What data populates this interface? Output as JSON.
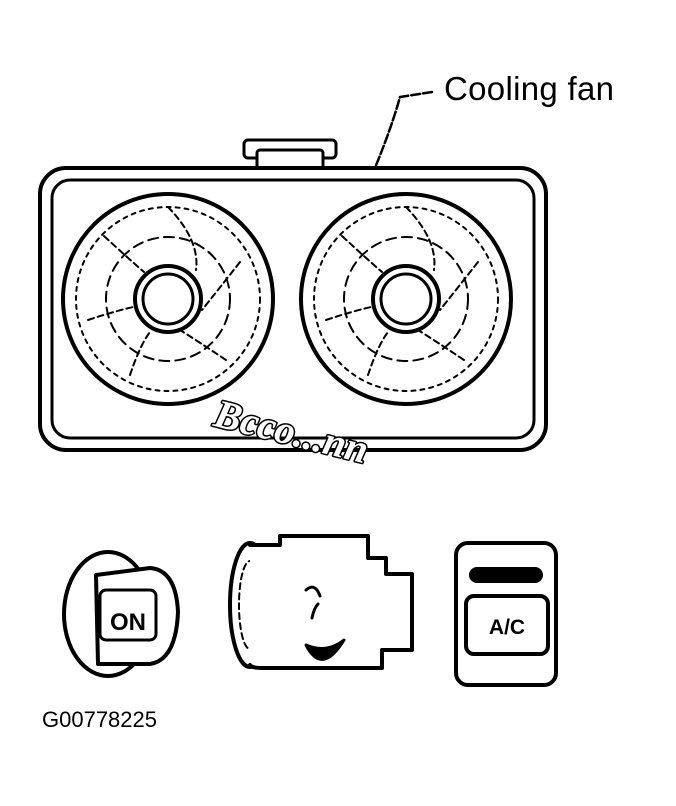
{
  "diagram": {
    "callout_label": "Cooling fan",
    "sound_text": "Bcco...nn",
    "ignition_label": "ON",
    "ac_button_label": "A/C",
    "figure_id": "G00778225"
  },
  "colors": {
    "ink": "#000000",
    "paper": "#ffffff"
  }
}
